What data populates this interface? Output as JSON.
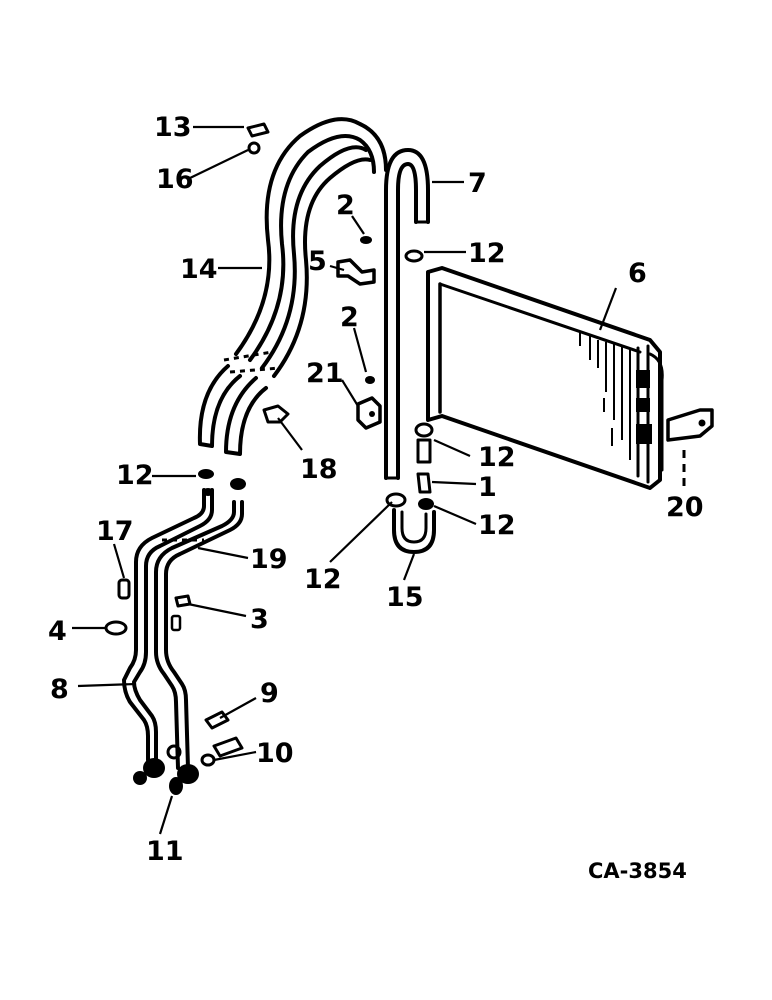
{
  "figure": {
    "drawing_code": "CA-3854",
    "callouts": {
      "c1": "1",
      "c2a": "2",
      "c2b": "2",
      "c3": "3",
      "c4": "4",
      "c5": "5",
      "c6": "6",
      "c7": "7",
      "c8": "8",
      "c9": "9",
      "c10": "10",
      "c11": "11",
      "c12a": "12",
      "c12b": "12",
      "c12c": "12",
      "c12d": "12",
      "c12e": "12",
      "c13": "13",
      "c14": "14",
      "c15": "15",
      "c16": "16",
      "c17": "17",
      "c18": "18",
      "c19": "19",
      "c20": "20",
      "c21": "21"
    }
  }
}
